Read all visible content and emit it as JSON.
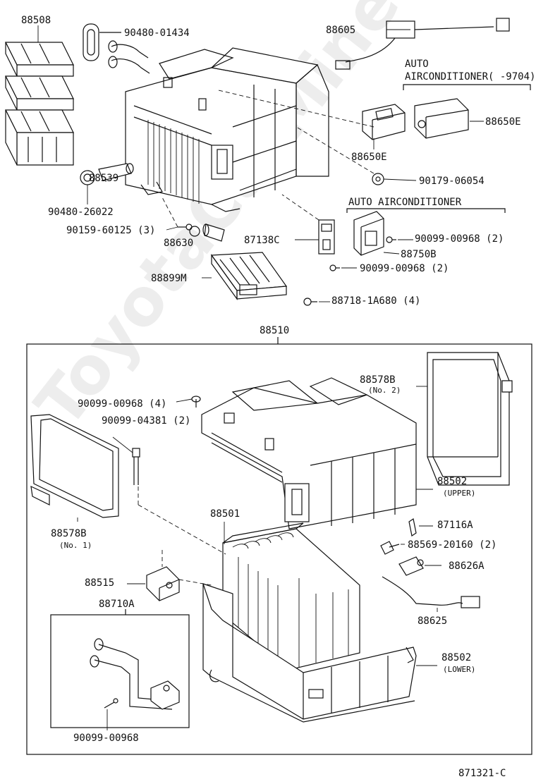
{
  "diagram_id": "871321-C",
  "watermark": "ToyotaCarMine.ru",
  "headings": {
    "auto_aircon_1_line1": "AUTO",
    "auto_aircon_1_line2": "AIRCONDITIONER(  -9704)",
    "auto_aircon_2": "AUTO AIRCONDITIONER",
    "assembly": "88510"
  },
  "parts": {
    "p88508": "88508",
    "p90480_01434": "90480-01434",
    "p88605": "88605",
    "p88650E_a": "88650E",
    "p88650E_b": "88650E",
    "p90179_06054": "90179-06054",
    "p88539": "88539",
    "p90480_26022": "90480-26022",
    "p90159_60125": "90159-60125 (3)",
    "p88630": "88630",
    "p87138C": "87138C",
    "p90099_00968_2a": "90099-00968 (2)",
    "p88750B": "88750B",
    "p90099_00968_2b": "90099-00968 (2)",
    "p88899M": "88899M",
    "p88718_1A680": "88718-1A680 (4)",
    "p90099_00968_4": "90099-00968 (4)",
    "p90099_04381": "90099-04381 (2)",
    "p88578B_no2": "88578B",
    "no2": "(No. 2)",
    "p88502_upper": "88502",
    "upper": "(UPPER)",
    "p87116A": "87116A",
    "p88569_20160": "88569-20160 (2)",
    "p88626A": "88626A",
    "p88578B_no1": "88578B",
    "no1": "(No. 1)",
    "p88501": "88501",
    "p88515": "88515",
    "p88710A": "88710A",
    "p88625": "88625",
    "p88502_lower": "88502",
    "lower": "(LOWER)",
    "p90099_00968": "90099-00968"
  }
}
